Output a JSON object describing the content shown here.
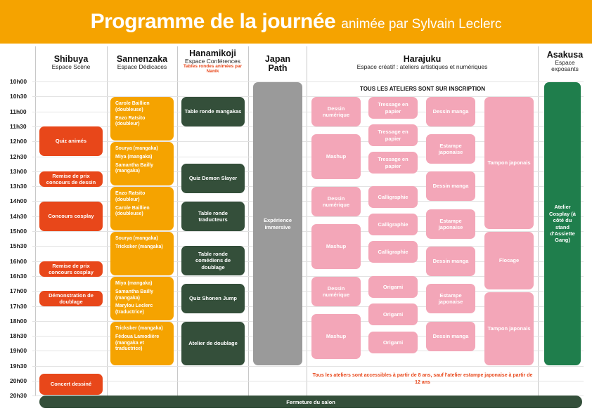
{
  "title": {
    "main": "Programme de la journée",
    "sub": "animée par Sylvain Leclerc"
  },
  "colors": {
    "orange": "#f5a300",
    "red": "#e8471a",
    "dark_green": "#344f3a",
    "grey": "#9a9a9a",
    "pink": "#f3a6b8",
    "teal": "#1f7e4c"
  },
  "times": [
    "10h00",
    "10h30",
    "11h00",
    "11h30",
    "12h00",
    "12h30",
    "13h00",
    "13h30",
    "14h00",
    "14h30",
    "15h00",
    "15h30",
    "16h00",
    "16h30",
    "17h00",
    "17h30",
    "18h00",
    "18h30",
    "19h00",
    "19h30",
    "20h00",
    "20h30"
  ],
  "columns": {
    "shibuya": {
      "name": "Shibuya",
      "sub": "Espace Scène"
    },
    "sannenzaka": {
      "name": "Sannenzaka",
      "sub": "Espace Dédicaces"
    },
    "hanamikoji": {
      "name": "Hanamikoji",
      "sub": "Espace Conférences",
      "note": "Tables rondes animées par Nanik"
    },
    "japanpath": {
      "name": "Japan Path",
      "sub": ""
    },
    "harajuku": {
      "name": "Harajuku",
      "sub": "Espace créatif : ateliers artistiques et numériques"
    },
    "asakusa": {
      "name": "Asakusa",
      "sub": "Espace exposants"
    }
  },
  "shibuya": [
    "Quiz animés",
    "Remise de prix concours de dessin",
    "Concours cosplay",
    "Remise de prix concours cosplay",
    "Démonstration de doublage",
    "Concert dessiné"
  ],
  "sannenzaka": [
    [
      "Carole Baillien (doubleuse)",
      "Enzo Ratsito (doubleur)"
    ],
    [
      "Sourya (mangaka)",
      "Miya (mangaka)",
      "Samantha Bailly (mangaka)"
    ],
    [
      "Enzo Ratsito (doubleur)",
      "Carole Baillien (doubleuse)"
    ],
    [
      "Sourya (mangaka)",
      "Tricksker (mangaka)"
    ],
    [
      "Miya (mangaka)",
      "Samantha Bailly (mangaka)",
      "Marylou Leclerc (traductrice)"
    ],
    [
      "Tricksker (mangaka)",
      "Fédoua Lamodière (mangaka et traductrice)"
    ]
  ],
  "hanamikoji": [
    "Table ronde mangakas",
    "Quiz Demon Slayer",
    "Table ronde traducteurs",
    "Table ronde comédiens de doublage",
    "Quiz Shonen Jump",
    "Atelier de doublage"
  ],
  "japanpath": "Expérience immersive",
  "harajuku": {
    "inscription": "TOUS LES ATELIERS SONT SUR INSCRIPTION",
    "col1": [
      "Dessin numérique",
      "Mashup",
      "Dessin numérique",
      "Mashup",
      "Dessin numérique",
      "Mashup"
    ],
    "col2": [
      "Tressage en papier",
      "Tressage en papier",
      "Tressage en papier",
      "Calligraphie",
      "Calligraphie",
      "Calligraphie",
      "Origami",
      "Origami",
      "Origami"
    ],
    "col3": [
      "Dessin manga",
      "Estampe japonaise",
      "Dessin manga",
      "Estampe japonaise",
      "Dessin manga",
      "Estampe japonaise",
      "Dessin manga"
    ],
    "col4": [
      "Tampon japonais",
      "Flocage",
      "Tampon japonais"
    ],
    "note": "Tous les ateliers sont accessibles à partir de 8 ans, sauf l'atelier estampe japonaise à partir de 12 ans"
  },
  "asakusa": "Atelier Cosplay (à côté du stand d'Assiette Gang)",
  "closing": "Fermeture du salon"
}
